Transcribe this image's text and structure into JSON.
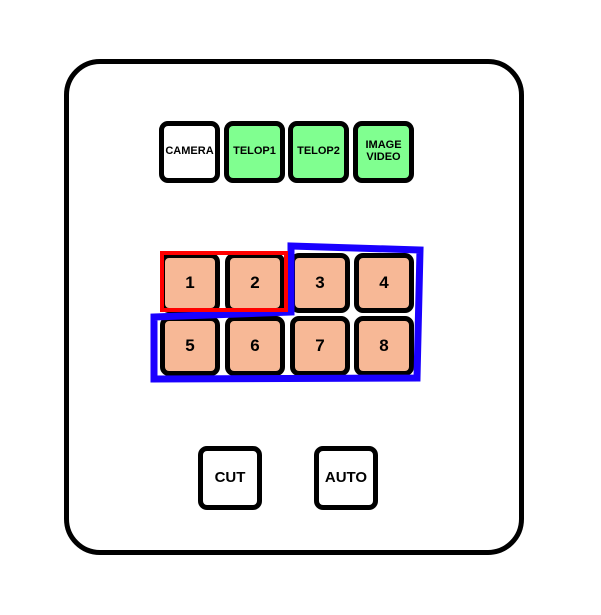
{
  "source_buttons": [
    {
      "label": "CAMERA",
      "color": "#ffffff"
    },
    {
      "label": "TELOP1",
      "color": "#80ff90"
    },
    {
      "label": "TELOP2",
      "color": "#80ff90"
    },
    {
      "label": "IMAGE\nVIDEO",
      "color": "#80ff90"
    }
  ],
  "number_buttons": [
    "1",
    "2",
    "3",
    "4",
    "5",
    "6",
    "7",
    "8"
  ],
  "number_button_color": "#f7b896",
  "control_buttons": {
    "cut": "CUT",
    "auto": "AUTO"
  },
  "highlight_colors": {
    "red_group": "#ff0000",
    "blue_group": "#1a00ff"
  }
}
